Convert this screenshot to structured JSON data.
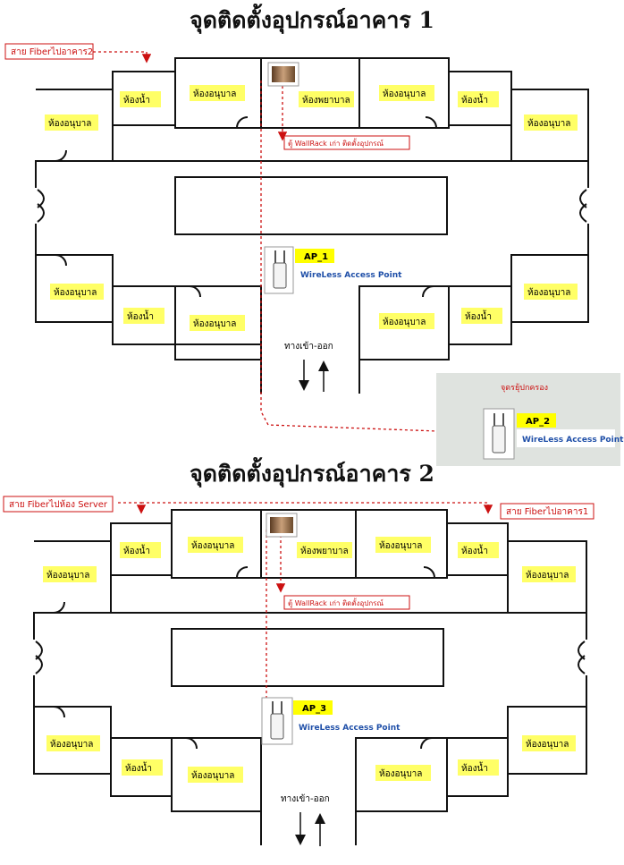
{
  "building1": {
    "title": "จุดติดตั้งอุปกรณ์อาคาร 1",
    "fiber_to_building2": "สาย Fiberไปอาคาร2",
    "wallrack_note": "ตู้ WallRack เก่า ติดตั้งอุปกรณ์",
    "rooms": {
      "nursery_top_left": "ห้องอนุบาล",
      "bath_top_left": "ห้องน้ำ",
      "nursery_top_mid": "ห้องอนุบาล",
      "nurse_room": "ห้องพยาบาล",
      "nursery_top_right_mid": "ห้องอนุบาล",
      "bath_top_right": "ห้องน้ำ",
      "nursery_top_right": "ห้องอนุบาล",
      "nursery_bottom_left": "ห้องอนุบาล",
      "bath_bottom_left": "ห้องน้ำ",
      "nursery_bottom_mid_left": "ห้องอนุบาล",
      "nursery_bottom_mid_right": "ห้องอนุบาล",
      "bath_bottom_right": "ห้องน้ำ",
      "nursery_bottom_right": "ห้องอนุบาล"
    },
    "ap1": {
      "tag": "AP_1",
      "label": "WireLess Access Point"
    },
    "entrance": "ทางเข้า-ออก",
    "guard_box": {
      "title": "จุดรยุ้ปกครอง",
      "ap_tag": "AP_2",
      "ap_label": "WireLess Access Point"
    }
  },
  "building2": {
    "title": "จุดติดตั้งอุปกรณ์อาคาร 2",
    "fiber_to_server": "สาย Fiberไปห้อง Server",
    "fiber_to_building1": "สาย Fiberไปอาคาร1",
    "wallrack_note": "ตู้ WallRack เก่า ติดตั้งอุปกรณ์",
    "rooms": {
      "nursery_top_left": "ห้องอนุบาล",
      "bath_top_left": "ห้องน้ำ",
      "nursery_top_mid": "ห้องอนุบาล",
      "nurse_room": "ห้องพยาบาล",
      "nursery_top_right_mid": "ห้องอนุบาล",
      "bath_top_right": "ห้องน้ำ",
      "nursery_top_right": "ห้องอนุบาล",
      "nursery_bottom_left": "ห้องอนุบาล",
      "bath_bottom_left": "ห้องน้ำ",
      "nursery_bottom_mid_left": "ห้องอนุบาล",
      "nursery_bottom_mid_right": "ห้องอนุบาล",
      "bath_bottom_right": "ห้องน้ำ",
      "nursery_bottom_right": "ห้องอนุบาล"
    },
    "ap3": {
      "tag": "AP_3",
      "label": "WireLess Access Point"
    },
    "entrance": "ทางเข้า-ออก"
  },
  "colors": {
    "wall": "#111111",
    "fiber": "#cc1111",
    "room_label_bg": "#ffff66",
    "ap_tag_bg": "#ffff00",
    "ap_label": "#1f4fa8",
    "guard_box_bg": "#dfe3df"
  }
}
